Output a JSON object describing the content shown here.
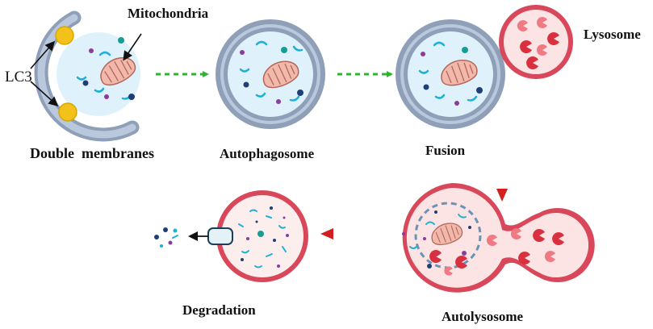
{
  "labels": {
    "mitochondria": "Mitochondria",
    "lc3": "LC3",
    "lysosome": "Lysosome",
    "double_membranes": "Double  membranes",
    "autophagosome": "Autophagosome",
    "fusion": "Fusion",
    "degradation": "Degradation",
    "autolysosome": "Autolysosome"
  },
  "colors": {
    "membrane_outer": "#8f9fb8",
    "membrane_inner": "#b9c8dd",
    "cytoplasm": "#dff2fb",
    "lysosome_wall": "#d9485a",
    "lysosome_fill": "#fde4e4",
    "enzyme": "#d9303f",
    "lc3": "#f2c21a",
    "green_arrow": "#2db52d",
    "red_arrow": "#d21e1e",
    "mito_fill": "#f1b9ac",
    "mito_stroke": "#b5655a",
    "cargo_cyan": "#1fb0d6",
    "dot_teal": "#169e94",
    "dot_navy": "#1f3e75",
    "dot_purple": "#8b3b9e"
  }
}
